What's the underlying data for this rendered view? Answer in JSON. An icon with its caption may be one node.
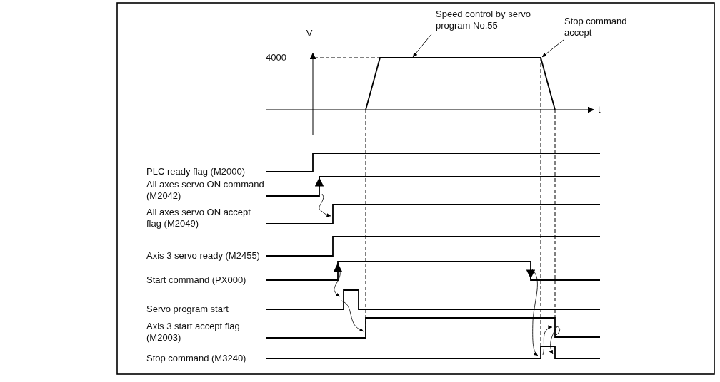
{
  "diagram": {
    "nodes": [
      {
        "text": [
          "Speed control by servo program No.55"
        ]
      },
      {
        "text": [
          "Stop command accept"
        ]
      }
    ],
    "edges": [
      {
        "from": 0,
        "to": null,
        "arrow": "to"
      },
      {
        "from": 1,
        "to": null,
        "arrow": "to"
      }
    ],
    "labels": [
      "V",
      "4000",
      "t",
      "PLC ready flag (M2000)",
      "All axes servo ON command (M2042)",
      "All axes servo ON accept flag (M2049)",
      "Axis 3 servo ready (M2455)",
      "Start command (PX000)",
      "Servo program start",
      "Axis 3 start accept flag (M2003)",
      "Stop command (M3240)"
    ]
  }
}
